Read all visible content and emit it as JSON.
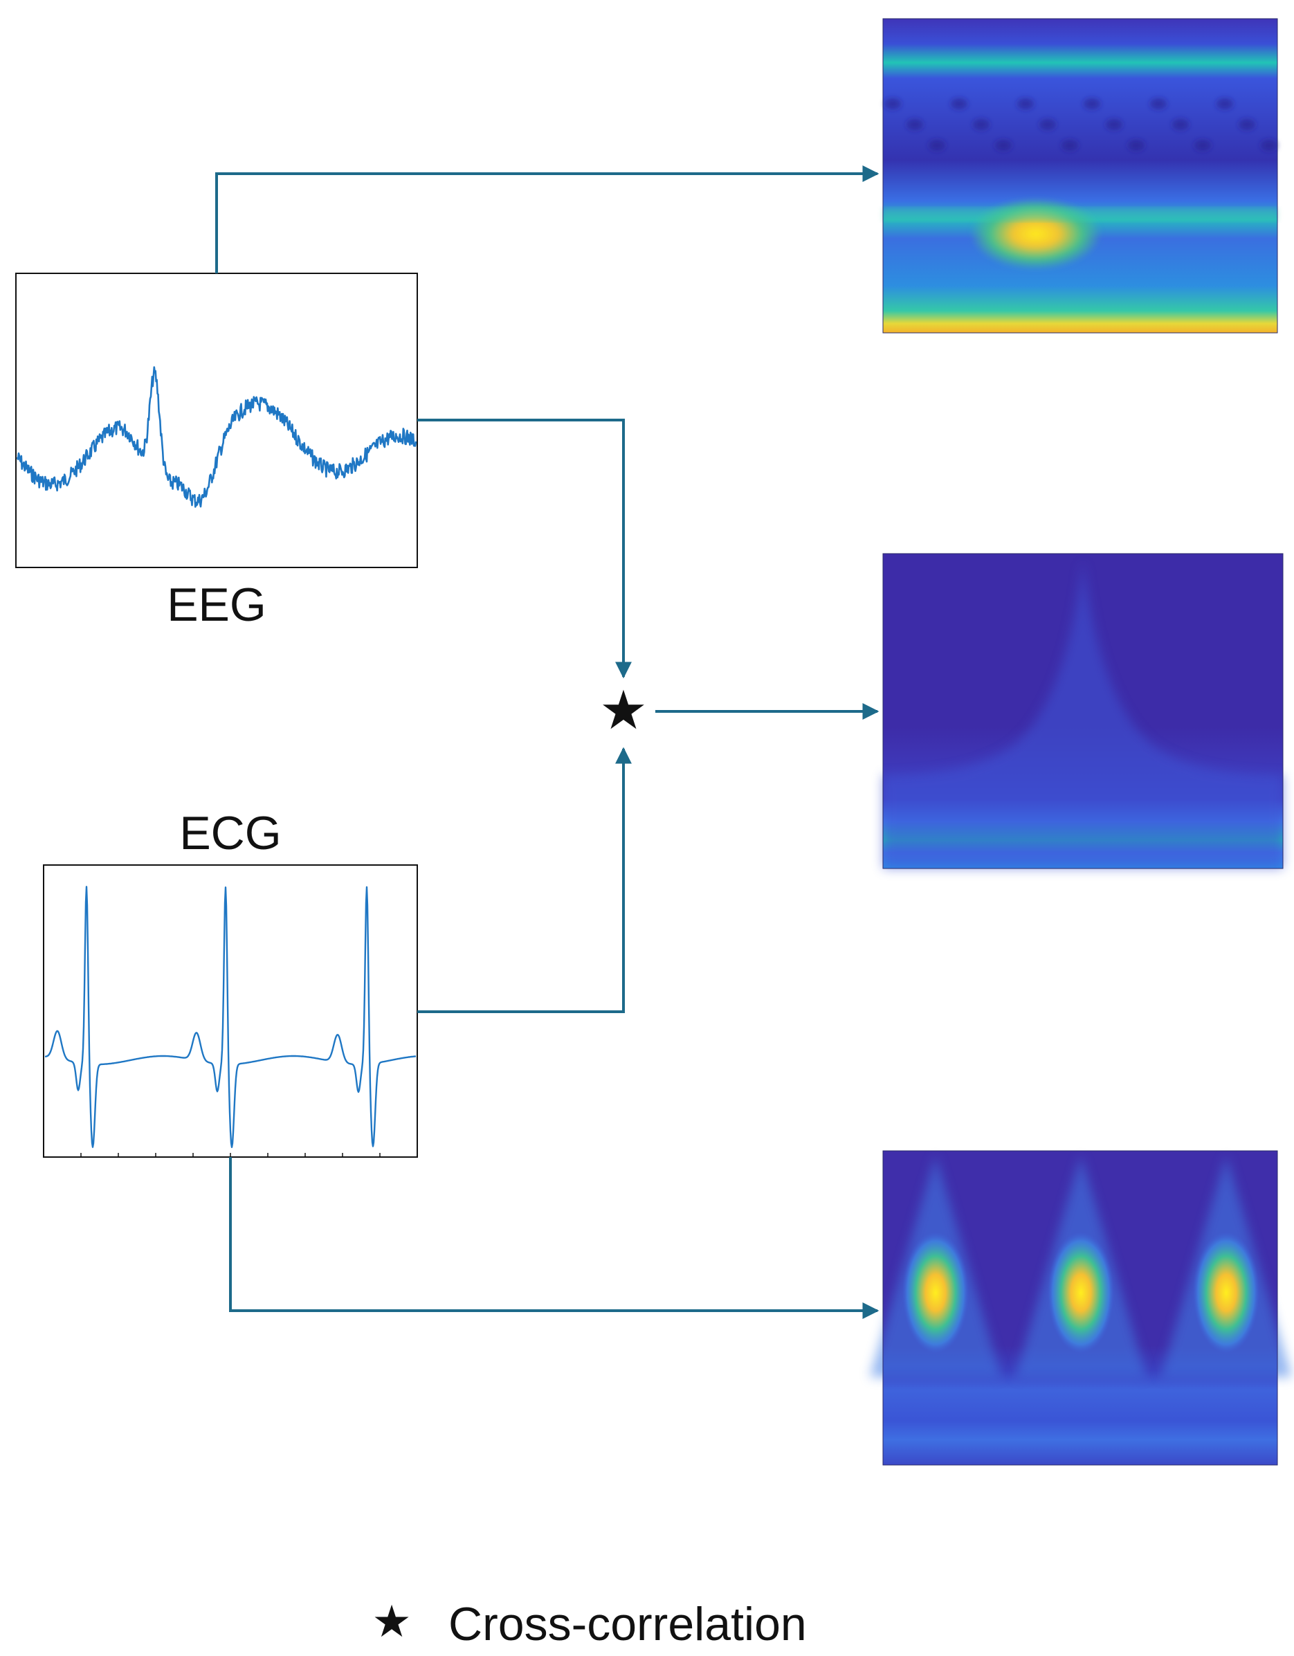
{
  "signals": {
    "eeg": {
      "label": "EEG"
    },
    "ecg": {
      "label": "ECG"
    }
  },
  "operator": {
    "symbol": "★"
  },
  "legend": {
    "symbol": "★",
    "text": "Cross-correlation"
  },
  "colors": {
    "arrow": "#1d6a8a",
    "trace": "#1f77c4",
    "frame": "#111111",
    "spectrogram_low": "#3d2ca8",
    "spectrogram_mid": "#21b3b0",
    "spectrogram_high": "#ffe81a"
  },
  "panels": [
    {
      "id": "eeg-scalogram",
      "source": "EEG"
    },
    {
      "id": "cross-correlation-scalogram",
      "source": "EEG ★ ECG"
    },
    {
      "id": "ecg-scalogram",
      "source": "ECG"
    }
  ]
}
